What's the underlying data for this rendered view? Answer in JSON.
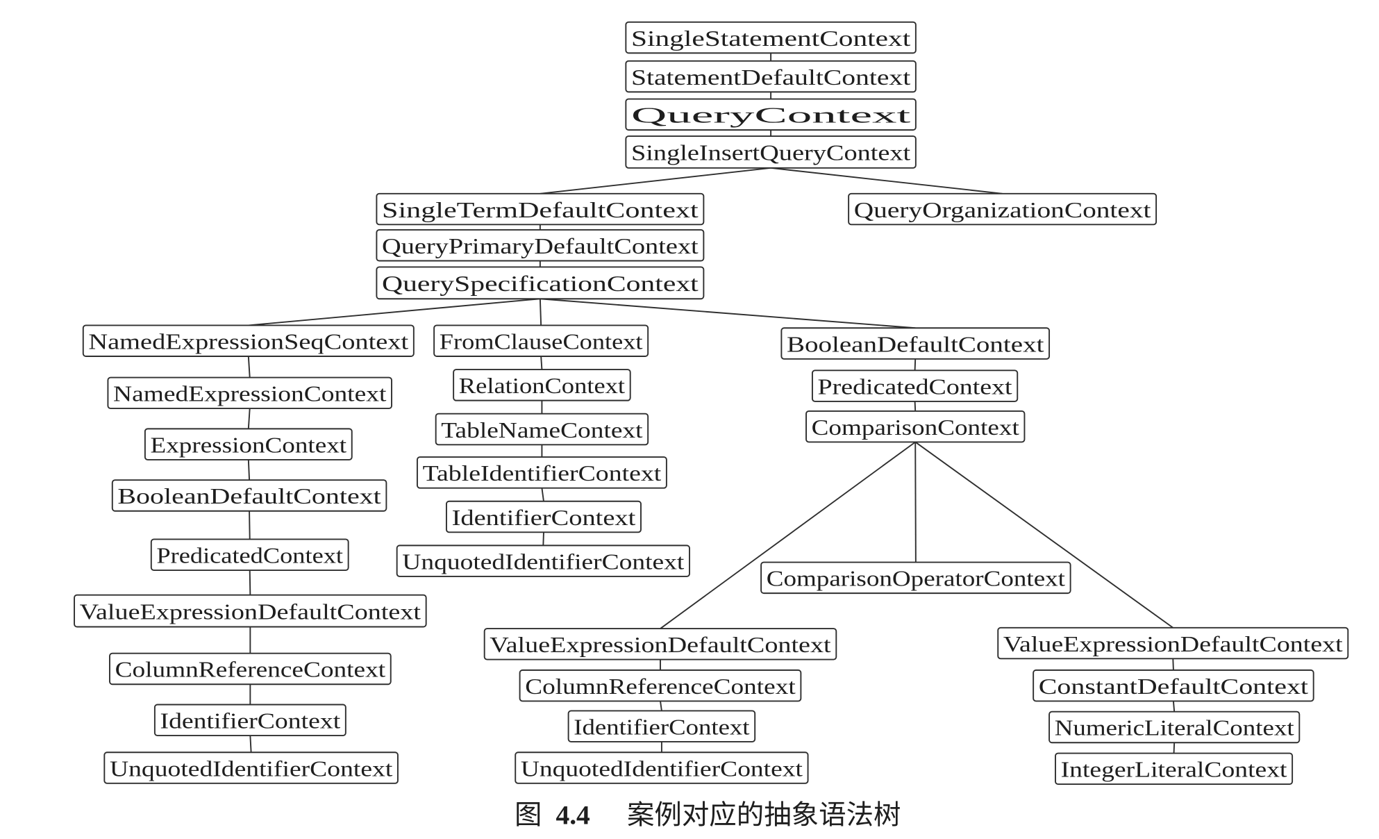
{
  "diagram": {
    "tree": {
      "label": "SingleStatementContext",
      "children": [
        {
          "label": "StatementDefaultContext",
          "children": [
            {
              "label": "QueryContext",
              "children": [
                {
                  "label": "SingleInsertQueryContext",
                  "children": [
                    {
                      "label": "SingleTermDefaultContext",
                      "children": [
                        {
                          "label": "QueryPrimaryDefaultContext",
                          "children": [
                            {
                              "label": "QuerySpecificationContext",
                              "children": [
                                {
                                  "label": "NamedExpressionSeqContext",
                                  "children": [
                                    {
                                      "label": "NamedExpressionContext",
                                      "children": [
                                        {
                                          "label": "ExpressionContext",
                                          "children": [
                                            {
                                              "label": "BooleanDefaultContext",
                                              "children": [
                                                {
                                                  "label": "PredicatedContext",
                                                  "children": [
                                                    {
                                                      "label": "ValueExpressionDefaultContext",
                                                      "children": [
                                                        {
                                                          "label": "ColumnReferenceContext",
                                                          "children": [
                                                            {
                                                              "label": "IdentifierContext",
                                                              "children": [
                                                                {
                                                                  "label": "UnquotedIdentifierContext"
                                                                }
                                                              ]
                                                            }
                                                          ]
                                                        }
                                                      ]
                                                    }
                                                  ]
                                                }
                                              ]
                                            }
                                          ]
                                        }
                                      ]
                                    }
                                  ]
                                },
                                {
                                  "label": "FromClauseContext",
                                  "children": [
                                    {
                                      "label": "RelationContext",
                                      "children": [
                                        {
                                          "label": "TableNameContext",
                                          "children": [
                                            {
                                              "label": "TableIdentifierContext",
                                              "children": [
                                                {
                                                  "label": "IdentifierContext",
                                                  "children": [
                                                    {
                                                      "label": "UnquotedIdentifierContext"
                                                    }
                                                  ]
                                                }
                                              ]
                                            }
                                          ]
                                        }
                                      ]
                                    }
                                  ]
                                },
                                {
                                  "label": "BooleanDefaultContext",
                                  "children": [
                                    {
                                      "label": "PredicatedContext",
                                      "children": [
                                        {
                                          "label": "ComparisonContext",
                                          "children": [
                                            {
                                              "label": "ValueExpressionDefaultContext",
                                              "children": [
                                                {
                                                  "label": "ColumnReferenceContext",
                                                  "children": [
                                                    {
                                                      "label": "IdentifierContext",
                                                      "children": [
                                                        {
                                                          "label": "UnquotedIdentifierContext"
                                                        }
                                                      ]
                                                    }
                                                  ]
                                                }
                                              ]
                                            },
                                            {
                                              "label": "ComparisonOperatorContext"
                                            },
                                            {
                                              "label": "ValueExpressionDefaultContext",
                                              "children": [
                                                {
                                                  "label": "ConstantDefaultContext",
                                                  "children": [
                                                    {
                                                      "label": "NumericLiteralContext",
                                                      "children": [
                                                        {
                                                          "label": "IntegerLiteralContext"
                                                        }
                                                      ]
                                                    }
                                                  ]
                                                }
                                              ]
                                            }
                                          ]
                                        }
                                      ]
                                    }
                                  ]
                                }
                              ]
                            }
                          ]
                        }
                      ]
                    },
                    {
                      "label": "QueryOrganizationContext"
                    }
                  ]
                }
              ]
            }
          ]
        }
      ]
    }
  },
  "caption": {
    "figure_word": "图",
    "figure_number": "4.4",
    "title": "案例对应的抽象语法树"
  }
}
